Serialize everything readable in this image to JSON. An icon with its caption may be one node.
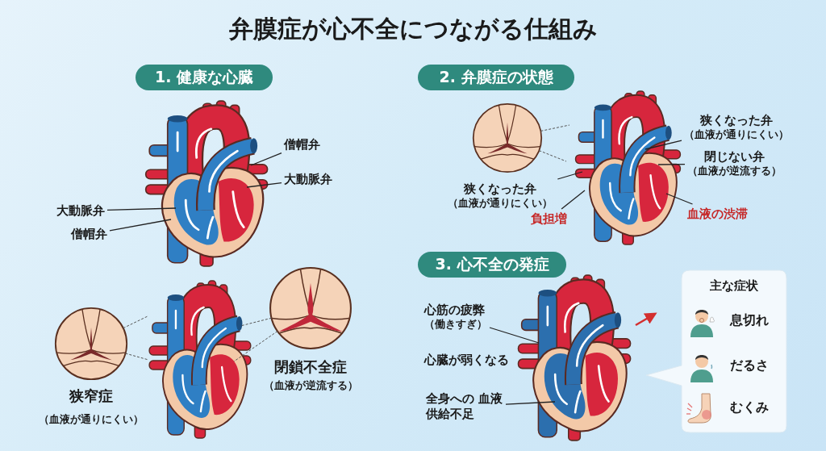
{
  "diagram": {
    "title": "弁膜症が心不全につながる仕組み",
    "nodes": [
      {
        "text": [
          "1. 健康な心臓"
        ]
      },
      {
        "text": [],
        "shape": "picture"
      },
      {
        "text": [
          "僧帽弁"
        ]
      },
      {
        "text": [
          "大動脈弁"
        ]
      },
      {
        "text": [
          "大動脈弁"
        ]
      },
      {
        "text": [
          "僧帽弁"
        ]
      },
      {
        "text": [],
        "shape": "picture"
      },
      {
        "text": [],
        "shape": "circle",
        "beside": [
          "狭窄症",
          "（血液が通りにくい）"
        ]
      },
      {
        "text": [],
        "shape": "circle",
        "beside": [
          "閉鎖不全症",
          "（血液が逆流する）"
        ]
      },
      {
        "text": [
          "2. 弁膜症の状態"
        ]
      },
      {
        "text": [],
        "shape": "circle"
      },
      {
        "text": [],
        "shape": "picture"
      },
      {
        "text": [
          "狭くなった弁",
          "（血液が通りにくい）"
        ]
      },
      {
        "text": [
          "負担増"
        ]
      },
      {
        "text": [
          "狭くなった弁",
          "（血液が通りにくい）"
        ]
      },
      {
        "text": [
          "閉じない弁",
          "（血液が逆流する）"
        ]
      },
      {
        "text": [
          "血液の渋滞"
        ]
      },
      {
        "text": [
          "3. 心不全の発症"
        ]
      },
      {
        "text": [],
        "shape": "picture",
        "beside": [
          "心臓が弱くなる"
        ]
      },
      {
        "text": [
          "心筋の疲弊",
          "（働きすぎ）"
        ]
      },
      {
        "text": [
          "全身への 血液供給不足"
        ]
      },
      {
        "text": [
          "主な症状"
        ]
      },
      {
        "text": [
          "息切れ"
        ],
        "in": 21
      },
      {
        "text": [
          "だるさ"
        ],
        "in": 21
      },
      {
        "text": [
          "むくみ"
        ],
        "in": 21
      }
    ],
    "edges": [
      {
        "from": 2,
        "to": 1,
        "arrow": "none"
      },
      {
        "from": 3,
        "to": 1,
        "arrow": "none"
      },
      {
        "from": 4,
        "to": 1,
        "arrow": "none"
      },
      {
        "from": 5,
        "to": 1,
        "arrow": "none"
      },
      {
        "from": 7,
        "to": 6,
        "arrow": "none",
        "style": "dashed"
      },
      {
        "from": 7,
        "to": 6,
        "arrow": "none",
        "style": "dashed"
      },
      {
        "from": 8,
        "to": 6,
        "arrow": "none",
        "style": "dashed"
      },
      {
        "from": 8,
        "to": 6,
        "arrow": "none",
        "style": "dashed"
      },
      {
        "from": 10,
        "to": 11,
        "arrow": "none",
        "style": "dashed"
      },
      {
        "from": 10,
        "to": 11,
        "arrow": "none",
        "style": "dashed"
      },
      {
        "from": 12,
        "to": 11,
        "arrow": "none"
      },
      {
        "from": 13,
        "to": 11,
        "arrow": "none"
      },
      {
        "from": 14,
        "to": 11,
        "arrow": "none"
      },
      {
        "from": 15,
        "to": 11,
        "arrow": "none"
      },
      {
        "from": 16,
        "to": 11,
        "arrow": "none"
      },
      {
        "from": 19,
        "to": 18,
        "arrow": "none"
      },
      {
        "from": 20,
        "to": 18,
        "arrow": "none"
      },
      {
        "from": 18,
        "to": null,
        "arrow": "to",
        "color": "#d32f2f"
      }
    ]
  }
}
